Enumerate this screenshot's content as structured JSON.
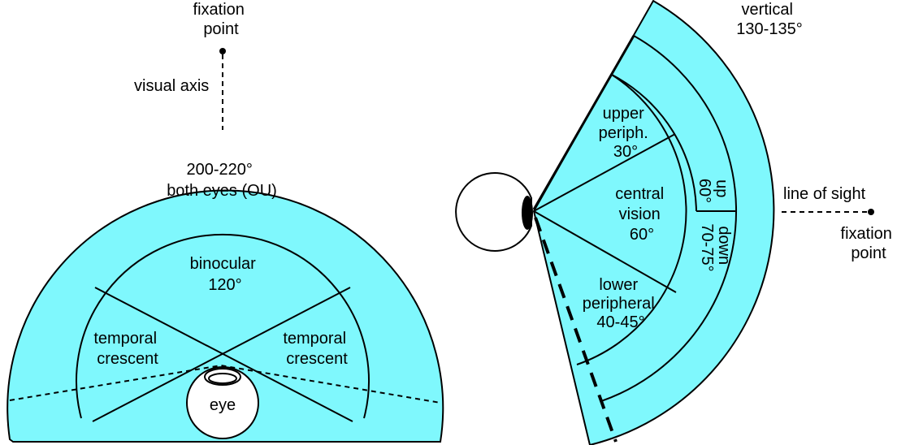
{
  "left": {
    "fixation_point": [
      "fixation",
      "point"
    ],
    "visual_axis": "visual axis",
    "both_eyes": [
      "200-220°",
      "both eyes (OU)"
    ],
    "binocular": [
      "binocular",
      "120°"
    ],
    "temporal_left": [
      "temporal",
      "crescent"
    ],
    "temporal_right": [
      "temporal",
      "crescent"
    ],
    "eye": "eye"
  },
  "right": {
    "vertical": [
      "vertical",
      "130-135°"
    ],
    "upper_periph": [
      "upper",
      "periph.",
      "30°"
    ],
    "central_vision": [
      "central",
      "vision",
      "60°"
    ],
    "lower_peripheral": [
      "lower",
      "peripheral",
      "40-45°"
    ],
    "up": [
      "up",
      "60°"
    ],
    "down": [
      "down",
      "70-75°"
    ],
    "line_of_sight": "line of sight",
    "fixation_point": [
      "fixation",
      "point"
    ]
  },
  "colors": {
    "field_fill": "#7ff8fd",
    "stroke": "#000000"
  }
}
